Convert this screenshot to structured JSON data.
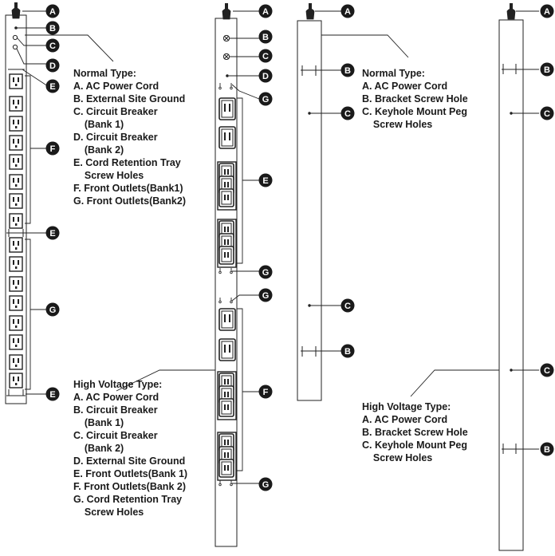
{
  "callouts": {
    "A": "A",
    "B": "B",
    "C": "C",
    "D": "D",
    "E": "E",
    "F": "F",
    "G": "G"
  },
  "legends": {
    "normal_type": {
      "title": "Normal Type:",
      "items": [
        "A. AC Power Cord",
        "B. External Site Ground",
        "C. Circuit Breaker",
        "    (Bank 1)",
        "D. Circuit Breaker",
        "    (Bank 2)",
        "E. Cord Retention Tray",
        "    Screw Holes",
        "F. Front Outlets(Bank1)",
        "G. Front Outlets(Bank2)"
      ]
    },
    "high_voltage_type": {
      "title": "High Voltage Type:",
      "items": [
        "A. AC Power Cord",
        "B. Circuit Breaker",
        "    (Bank 1)",
        "C. Circuit Breaker",
        "    (Bank 2)",
        "D. External Site Ground",
        "E. Front Outlets(Bank 1)",
        "F. Front Outlets(Bank 2)",
        "G. Cord Retention Tray",
        "    Screw Holes"
      ]
    },
    "rear_normal_type": {
      "title": "Normal Type:",
      "items": [
        "A. AC Power Cord",
        "B. Bracket Screw Hole",
        "C. Keyhole Mount Peg",
        "    Screw Holes"
      ]
    },
    "rear_high_voltage_type": {
      "title": "High Voltage Type:",
      "items": [
        "A. AC Power Cord",
        "B. Bracket Screw Hole",
        "C. Keyhole Mount Peg",
        "    Screw Holes"
      ]
    }
  },
  "colors": {
    "line": "#222222",
    "badge": "#1a1a1a",
    "badge_text": "#ffffff",
    "background": "#ffffff"
  }
}
